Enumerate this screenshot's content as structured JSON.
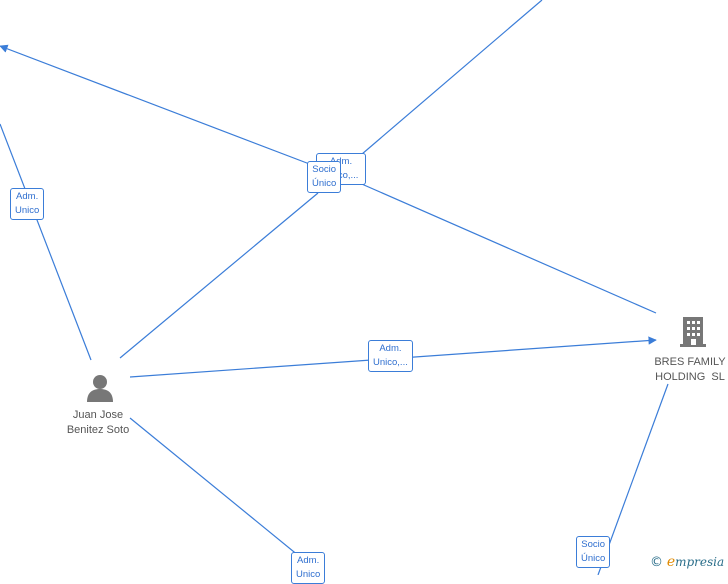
{
  "nodes": {
    "person": {
      "label": "Juan Jose\nBenitez Soto",
      "icon": "person-icon"
    },
    "company": {
      "label": "BRES FAMILY\nHOLDING  SL",
      "icon": "building-icon"
    }
  },
  "edge_labels": {
    "adm_unico_left": "Adm.\nUnico",
    "socio_unico_top_back": "Adm.\nUnico,...",
    "socio_unico_top": "Socio\nÚnico",
    "adm_unico_center": "Adm.\nUnico,...",
    "adm_unico_bottom": "Adm.\nUnico",
    "socio_unico_bottom": "Socio\nÚnico"
  },
  "watermark": {
    "symbol": "©",
    "brand_e": "e",
    "brand_rest": "mpresia"
  },
  "colors": {
    "edge": "#3b7dd8",
    "node_icon": "#777777",
    "label_text": "#555555"
  }
}
